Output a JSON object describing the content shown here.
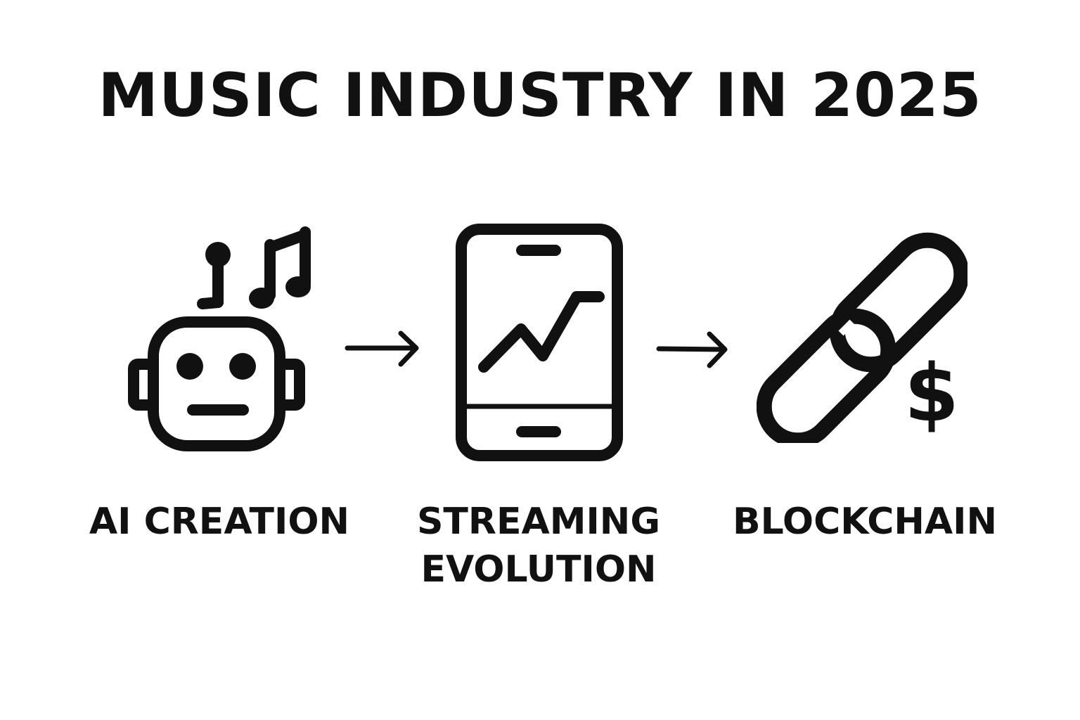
{
  "title": "MUSIC INDUSTRY IN 2025",
  "steps": [
    {
      "label_lines": [
        "AI CREATION"
      ],
      "icon": "robot-with-music-notes-icon"
    },
    {
      "label_lines": [
        "STREAMING",
        "EVOLUTION"
      ],
      "icon": "smartphone-rising-chart-icon"
    },
    {
      "label_lines": [
        "BLOCKCHAIN"
      ],
      "icon": "chain-link-dollar-icon"
    }
  ],
  "connector_icon": "right-arrow-icon",
  "colors": {
    "ink": "#111111",
    "background": "#ffffff"
  }
}
